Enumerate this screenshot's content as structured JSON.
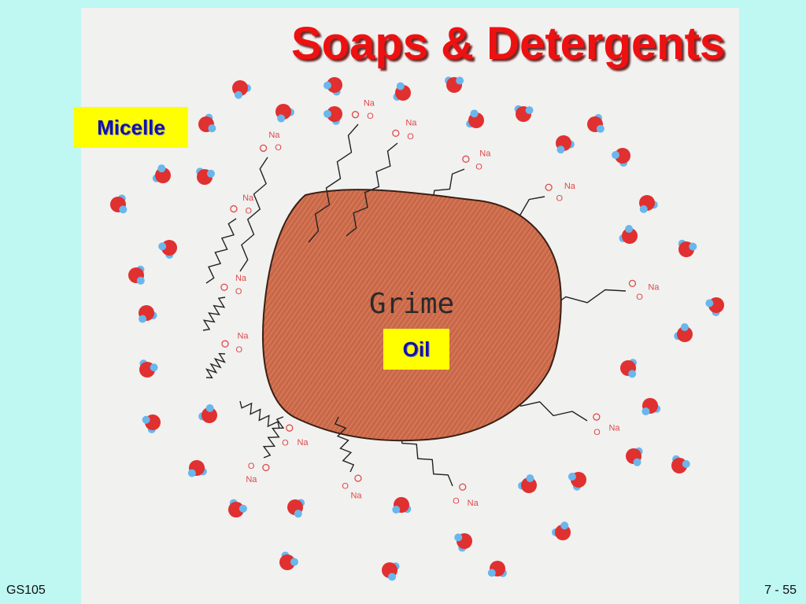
{
  "slide": {
    "title": "Soaps & Detergents",
    "label_micelle": "Micelle",
    "label_oil": "Oil",
    "footer_left": "GS105",
    "footer_right": "7 - 55"
  },
  "diagram": {
    "center_label": "Grime",
    "ion_text": "Na",
    "oxygen_text": "O",
    "colors": {
      "grime_fill": "#c96848",
      "grime_stroke": "#3a1f14",
      "molecule_oxygen": "#e03030",
      "molecule_hydrogen": "#69b7ec",
      "chain_stroke": "#222222",
      "ion_text": "#e04848"
    }
  }
}
